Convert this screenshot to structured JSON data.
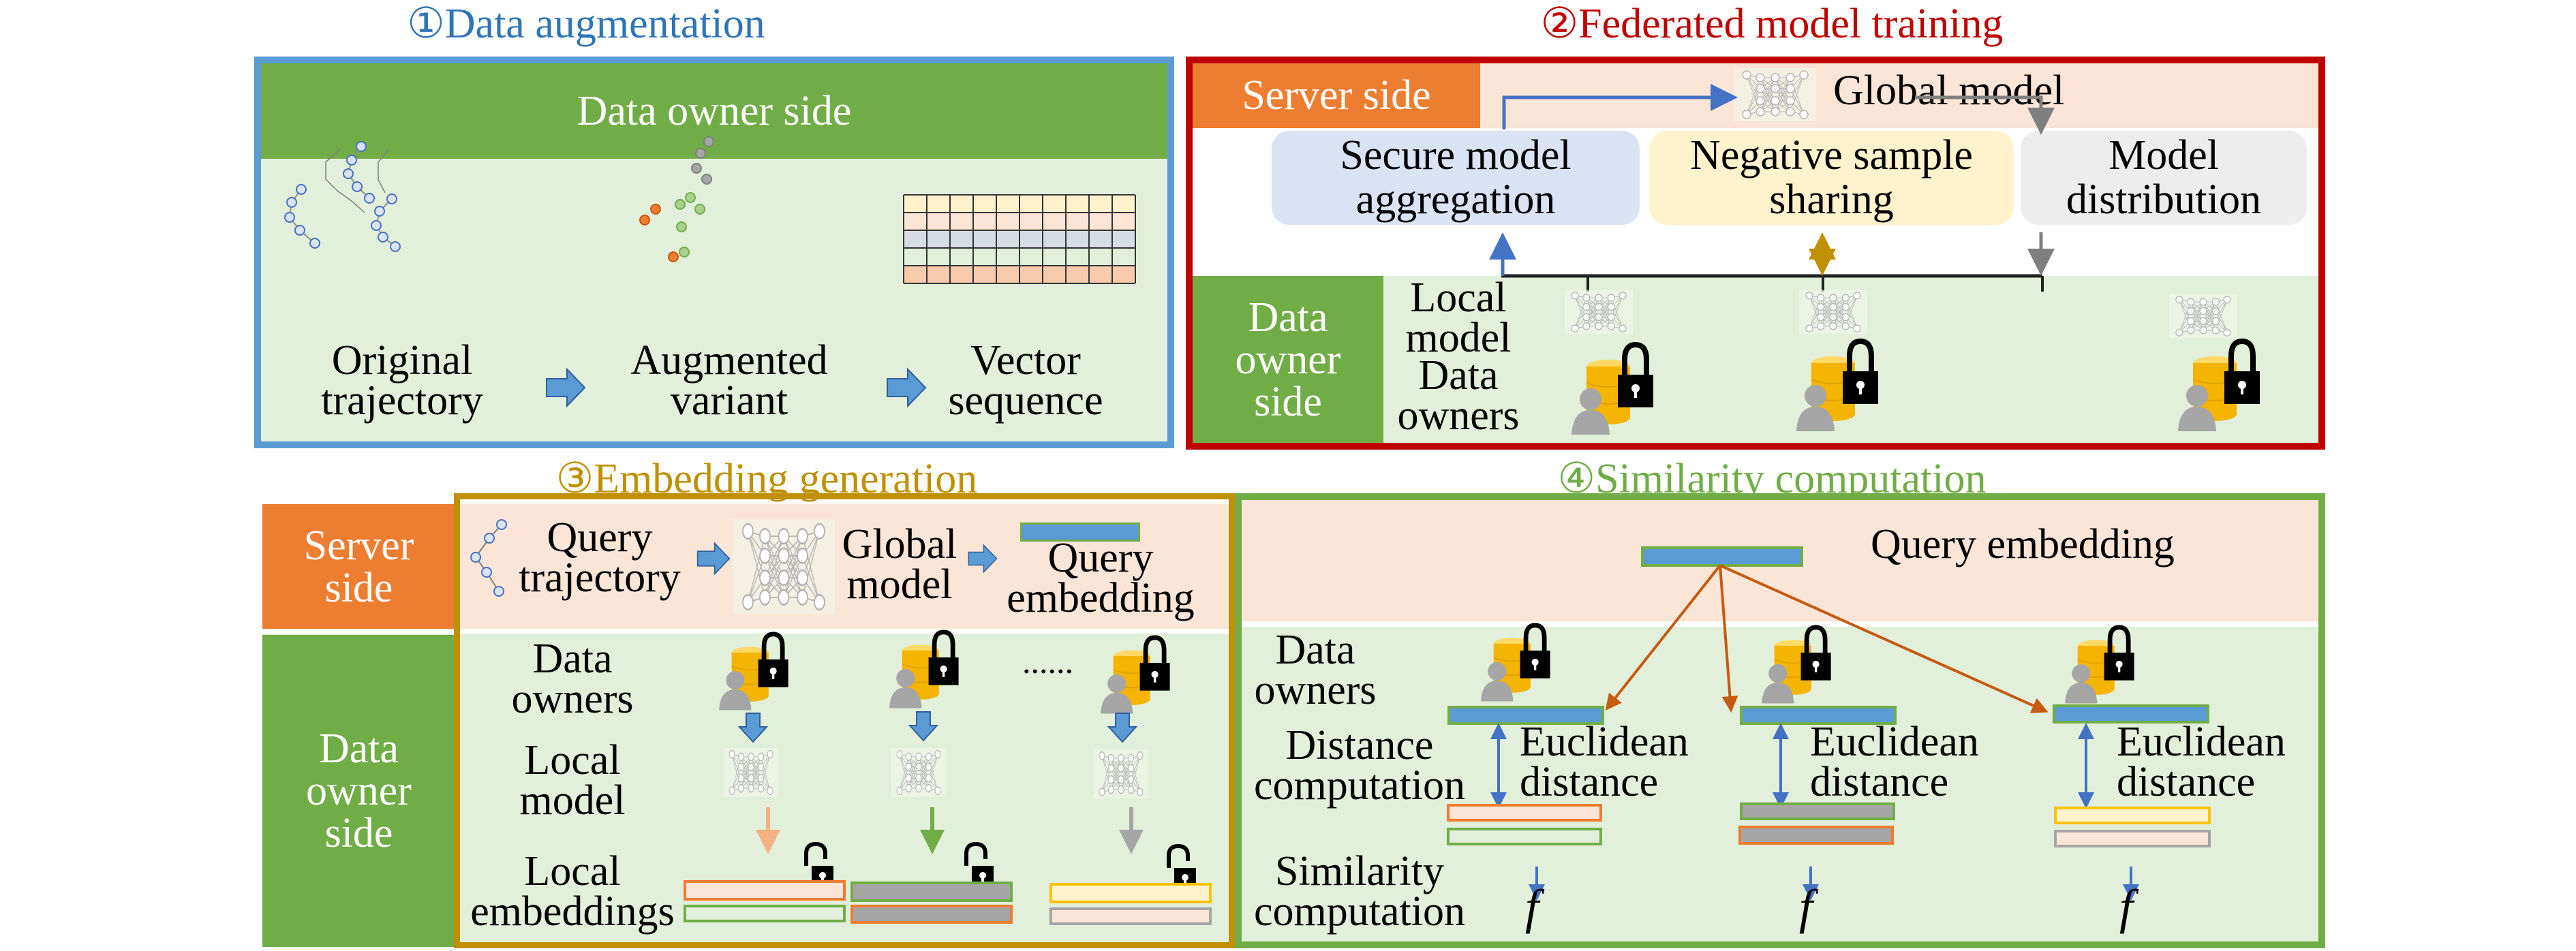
{
  "colors": {
    "blue": "#5b9bd5",
    "red": "#c00000",
    "gold": "#bf9000",
    "green": "#70ad47",
    "orange": "#ed7d31",
    "light_green": "#e2efda",
    "light_peach": "#fbe5d6",
    "arrow_orange": "#c55a11"
  },
  "panel1": {
    "title": "①Data augmentation",
    "header": "Data owner side",
    "steps": [
      {
        "label_line1": "Original",
        "label_line2": "trajectory"
      },
      {
        "label_line1": "Augmented",
        "label_line2": "variant"
      },
      {
        "label_line1": "Vector",
        "label_line2": "sequence"
      }
    ]
  },
  "panel2": {
    "title": "②Federated model training",
    "server_label": "Server side",
    "global_model": "Global model",
    "boxes": [
      {
        "line1": "Secure model",
        "line2": "aggregation"
      },
      {
        "line1": "Negative sample",
        "line2": "sharing"
      },
      {
        "line1": "Model",
        "line2": "distribution"
      }
    ],
    "owner_side": [
      "Data",
      "owner",
      "side"
    ],
    "local_model": [
      "Local",
      "model"
    ],
    "data_owners": [
      "Data",
      "owners"
    ]
  },
  "panel3": {
    "title": "③Embedding generation",
    "server_side": [
      "Server",
      "side"
    ],
    "owner_side": [
      "Data",
      "owner",
      "side"
    ],
    "query_trajectory": [
      "Query",
      "trajectory"
    ],
    "global_model": [
      "Global",
      "model"
    ],
    "query_embedding": [
      "Query",
      "embedding"
    ],
    "data_owners": [
      "Data",
      "owners"
    ],
    "local_model": [
      "Local",
      "model"
    ],
    "local_embeddings": [
      "Local",
      "embeddings"
    ],
    "ellipsis": "......"
  },
  "panel4": {
    "title": "④Similarity computation",
    "query_embedding": "Query embedding",
    "data_owners": [
      "Data",
      "owners"
    ],
    "distance_computation": [
      "Distance",
      "computation"
    ],
    "similarity_computation": [
      "Similarity",
      "computation"
    ],
    "euclidean": [
      "Euclidean",
      "distance"
    ],
    "f_symbol": "f"
  }
}
